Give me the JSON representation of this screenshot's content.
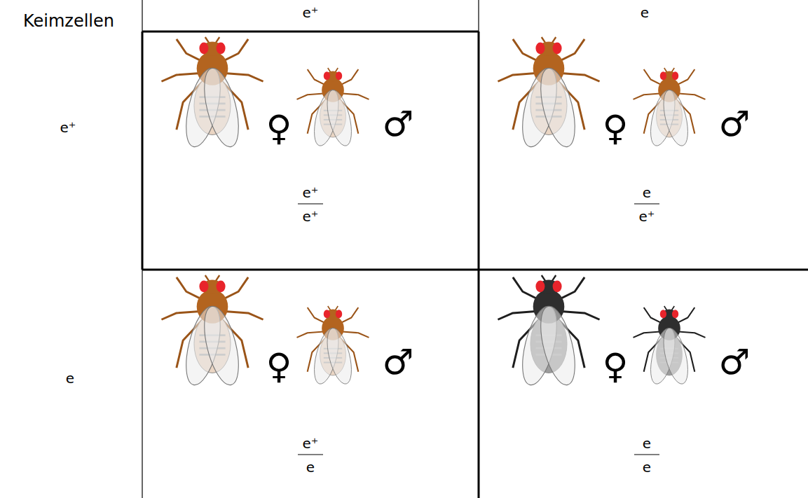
{
  "diagram": {
    "labels": [
      "Keimzellen",
      "e⁺",
      "e",
      "e⁺",
      "e",
      "♀",
      "♂",
      "e⁺",
      "e⁺",
      "♀",
      "♂",
      "e",
      "e⁺",
      "♀",
      "♂",
      "e⁺",
      "e",
      "♀",
      "♂",
      "e",
      "e"
    ]
  }
}
